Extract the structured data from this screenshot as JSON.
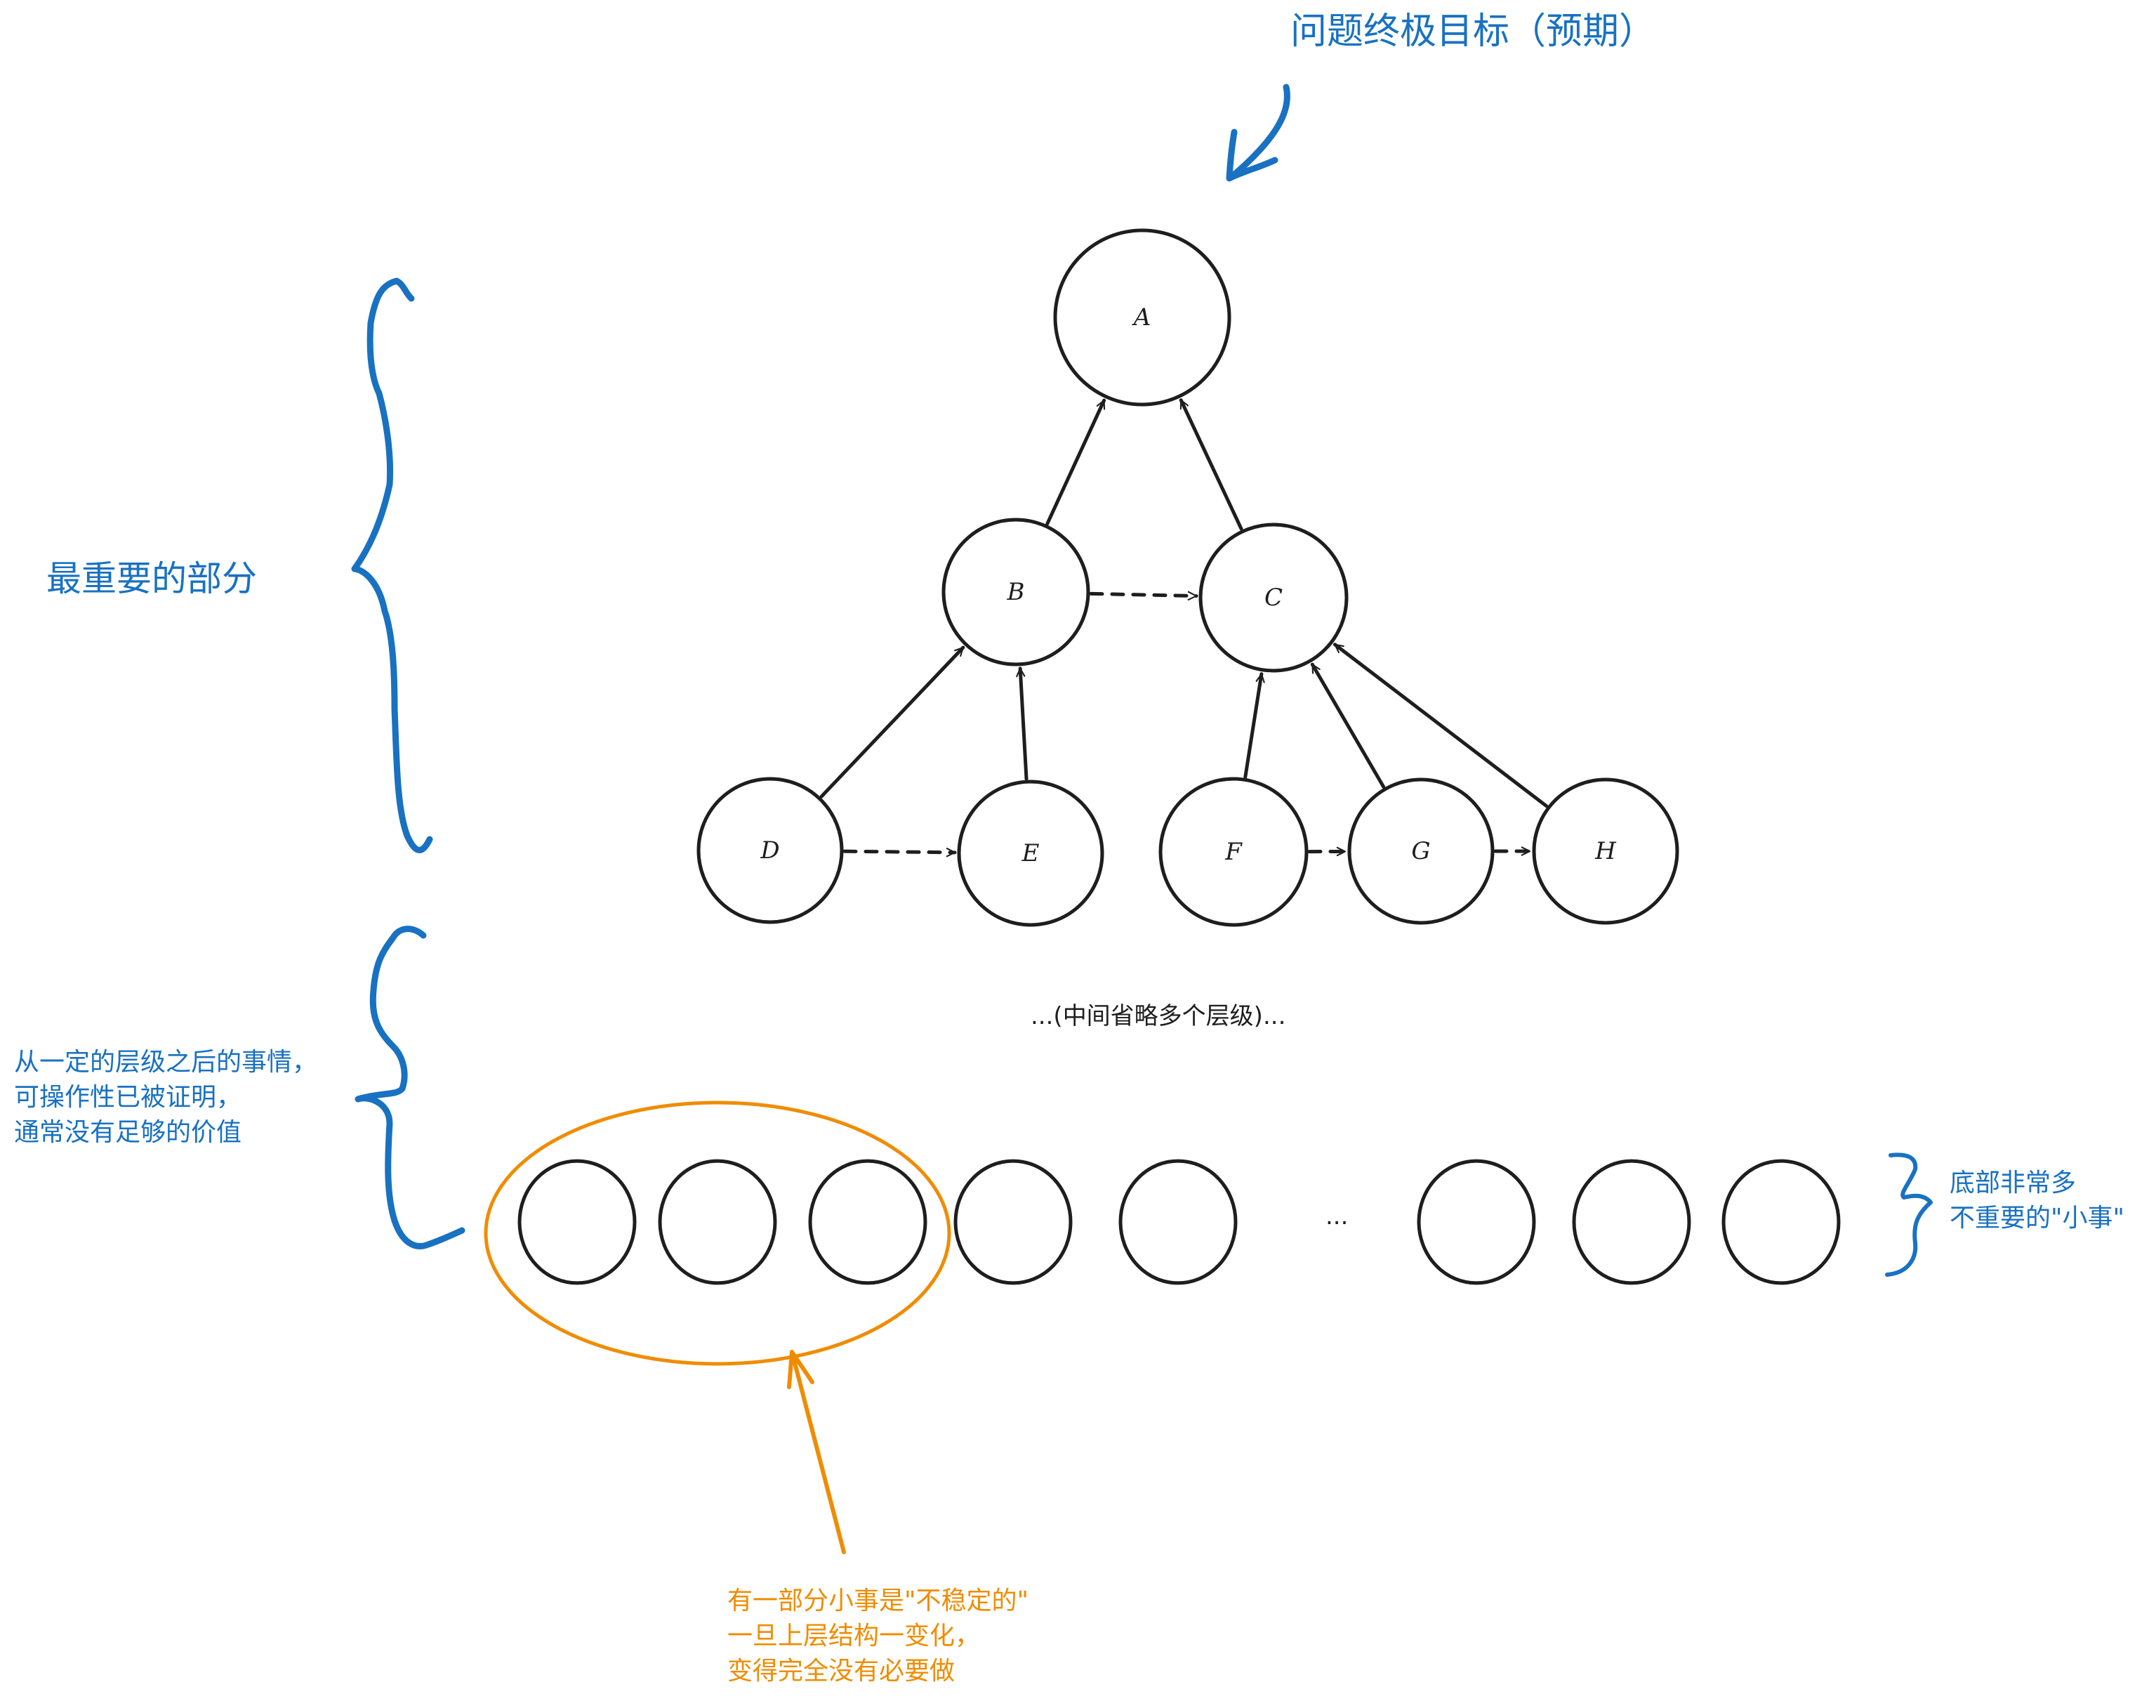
{
  "colors": {
    "ink": "#1e1e1e",
    "blue": "#1971c2",
    "orange": "#f08c00"
  },
  "annotations": {
    "title": "问题终极目标（预期）",
    "main_part": "最重要的部分",
    "lower_note": "从一定的层级之后的事情，\n可操作性已被证明，\n通常没有足够的价值",
    "middle_omitted": "...(中间省略多个层级)...",
    "bottom_note": "底部非常多\n不重要的\"小事\"",
    "orange_note": "有一部分小事是\"不稳定的\"\n一旦上层结构一变化，\n变得完全没有必要做",
    "row_ellipsis": "..."
  },
  "tree": {
    "nodes": [
      {
        "id": "A",
        "label": "A",
        "level": 0
      },
      {
        "id": "B",
        "label": "B",
        "level": 1
      },
      {
        "id": "C",
        "label": "C",
        "level": 1
      },
      {
        "id": "D",
        "label": "D",
        "level": 2
      },
      {
        "id": "E",
        "label": "E",
        "level": 2
      },
      {
        "id": "F",
        "label": "F",
        "level": 2
      },
      {
        "id": "G",
        "label": "G",
        "level": 2
      },
      {
        "id": "H",
        "label": "H",
        "level": 2
      }
    ],
    "edges": [
      {
        "from": "B",
        "to": "A",
        "style": "solid"
      },
      {
        "from": "C",
        "to": "A",
        "style": "solid"
      },
      {
        "from": "D",
        "to": "B",
        "style": "solid"
      },
      {
        "from": "E",
        "to": "B",
        "style": "solid"
      },
      {
        "from": "F",
        "to": "C",
        "style": "solid"
      },
      {
        "from": "G",
        "to": "C",
        "style": "solid"
      },
      {
        "from": "H",
        "to": "C",
        "style": "solid"
      },
      {
        "from": "B",
        "to": "C",
        "style": "dashed"
      },
      {
        "from": "D",
        "to": "E",
        "style": "dashed"
      },
      {
        "from": "F",
        "to": "G",
        "style": "dashed"
      },
      {
        "from": "G",
        "to": "H",
        "style": "dashed"
      }
    ]
  },
  "bottom_row": {
    "left_count": 5,
    "right_count": 3,
    "highlighted_count": 3
  }
}
